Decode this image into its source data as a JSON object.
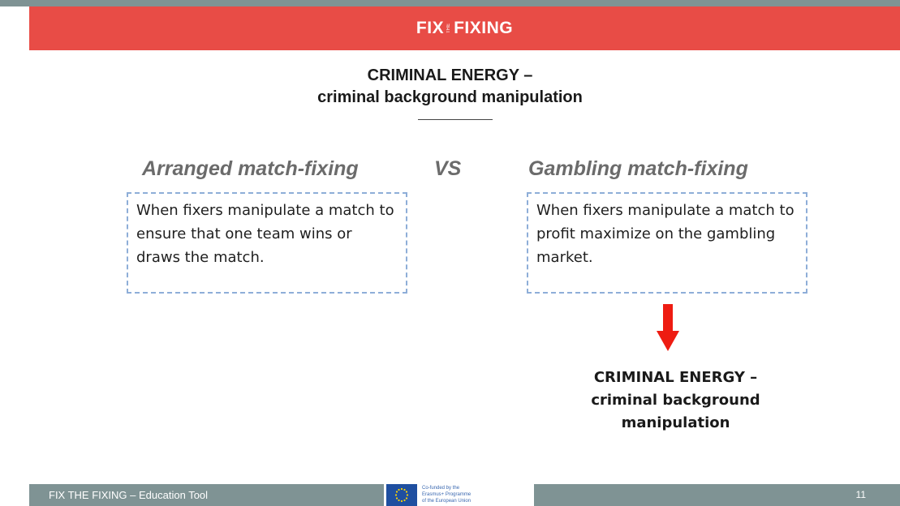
{
  "header": {
    "logo_left": "FIX",
    "logo_mid": "THE",
    "logo_right": "FIXING",
    "accent_color": "#e84c46"
  },
  "slide": {
    "title_line1": "CRIMINAL ENERGY –",
    "title_line2": "criminal background manipulation",
    "left_heading": "Arranged match-fixing",
    "vs_label": "VS",
    "right_heading": "Gambling match-fixing",
    "left_box_text": "When fixers manipulate a match to ensure that one team wins or draws the match.",
    "right_box_text": "When fixers manipulate a match to profit maximize on the gambling market.",
    "arrow_icon": "down-arrow-icon",
    "result_line1": "CRIMINAL ENERGY –",
    "result_line2": "criminal background",
    "result_line3": "manipulation"
  },
  "footer": {
    "left_text": "FIX THE FIXING – Education Tool",
    "eu_line1": "Co-funded by the",
    "eu_line2": "Erasmus+ Programme",
    "eu_line3": "of the European Union",
    "page_number": "11",
    "bar_color": "#7f9394"
  }
}
